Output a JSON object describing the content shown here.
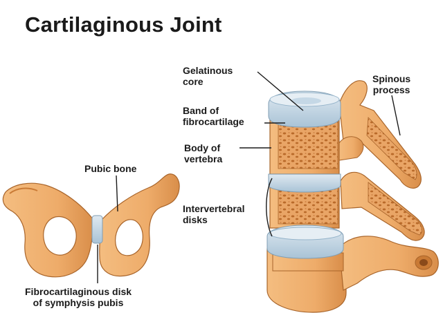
{
  "title": "Cartilaginous Joint",
  "labels": {
    "gelatinous_core": [
      "Gelatinous",
      "core"
    ],
    "band_of_fibrocartilage": [
      "Band of",
      "fibrocartilage"
    ],
    "body_of_vertebra": [
      "Body of",
      "vertebra"
    ],
    "intervertebral_disks": [
      "Intervertebral",
      "disks"
    ],
    "spinous_process": [
      "Spinous",
      "process"
    ],
    "pubic_bone": "Pubic bone",
    "fibrocartilaginous_disk": [
      "Fibrocartilaginous disk",
      "of symphysis pubis"
    ]
  },
  "colors": {
    "bone": "#eeac6a",
    "bone_dark": "#c97a35",
    "bone_outline": "#a8642a",
    "cartilage": "#c5d8e6",
    "cartilage_dark": "#94b3c9",
    "spongy": "#d88a45",
    "leader": "#1a1a1a"
  }
}
